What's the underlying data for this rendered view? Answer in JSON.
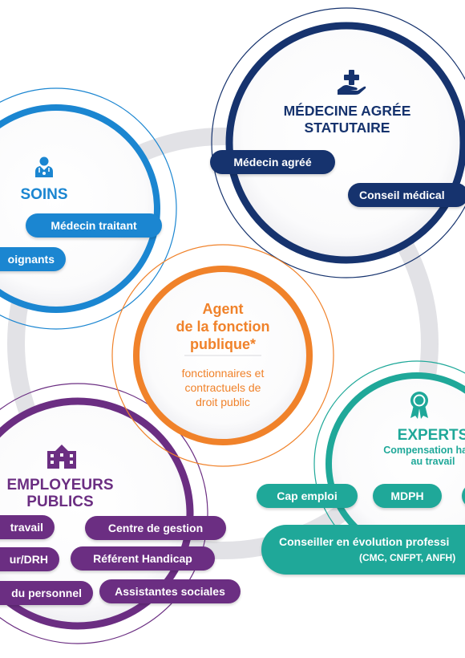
{
  "colors": {
    "soins": "#1b86d1",
    "medecine": "#16336e",
    "agent": "#f0822a",
    "experts": "#1fa899",
    "employeurs": "#6b2e82",
    "ring": "#e2e2e6"
  },
  "soins": {
    "icon": "doctor-icon",
    "title": "SOINS",
    "items": [
      "Médecin traitant",
      "oignants"
    ]
  },
  "medecine": {
    "icon": "hand-plus-icon",
    "title_line1": "MÉDECINE AGRÉE",
    "title_line2": "STATUTAIRE",
    "items": [
      "Médecin agréé",
      "Conseil médical"
    ]
  },
  "agent": {
    "title_line1": "Agent",
    "title_line2": "de la fonction",
    "title_line3": "publique*",
    "sub_line1": "fonctionnaires et",
    "sub_line2": "contractuels de",
    "sub_line3": "droit public"
  },
  "experts": {
    "icon": "award-ribbon-icon",
    "title": "EXPERTS",
    "sub_line1": "Compensation handi",
    "sub_line2": "au travail",
    "items": [
      "Cap emploi",
      "MDPH"
    ],
    "big_line1": "Conseiller en évolution professi",
    "big_line2": "(CMC, CNFPT, ANFH)"
  },
  "employeurs": {
    "icon": "building-icon",
    "title_line1": "EMPLOYEURS",
    "title_line2": "PUBLICS",
    "items": [
      "travail",
      "Centre de gestion",
      "ur/DRH",
      "Référent Handicap",
      "du personnel",
      "Assistantes sociales"
    ]
  }
}
